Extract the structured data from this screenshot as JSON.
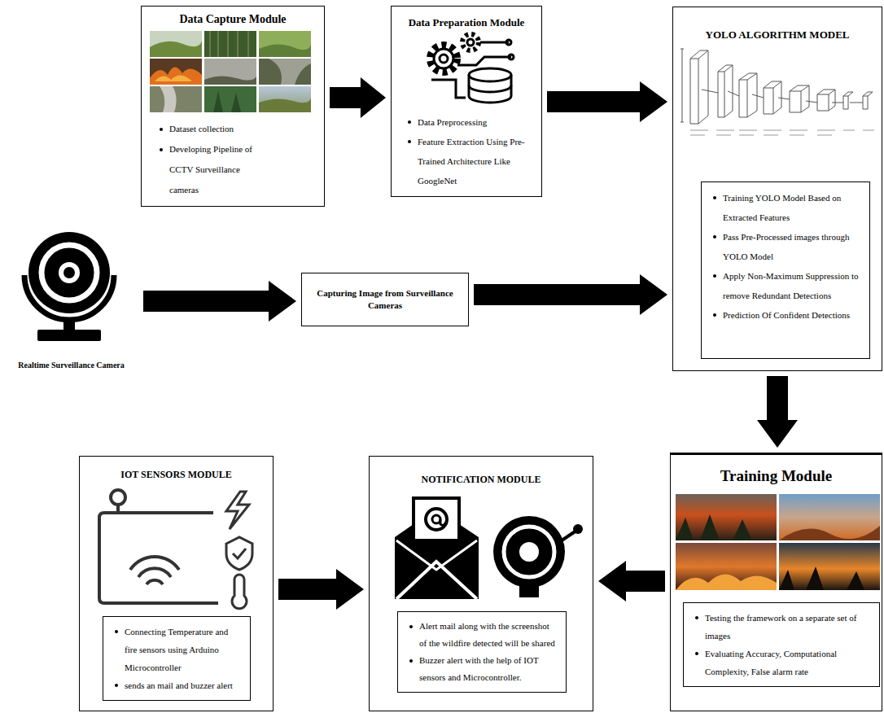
{
  "diagram": {
    "nodes": [
      {
        "text": [
          "Data Capture Module",
          "Dataset collection",
          "Developing Pipeline of CCTV Surveillance cameras"
        ]
      },
      {
        "text": [
          "Data Preparation Module",
          "Data Preprocessing",
          "Feature Extraction Using Pre-Trained Architecture Like GoogleNet"
        ]
      },
      {
        "text": [
          "YOLO ALGORITHM MODEL"
        ]
      },
      {
        "text": [
          "Training YOLO Model Based on Extracted Features",
          "Pass Pre-Processed images through YOLO Model",
          "Apply Non-Maximum Suppression to remove Redundant Detections",
          "Prediction Of Confident Detections"
        ],
        "in": 2
      },
      {
        "text": [
          "Realtime Surveillance Camera"
        ]
      },
      {
        "text": [
          "Capturing Image from Surveillance Cameras"
        ]
      },
      {
        "text": [
          "IOT SENSORS MODULE"
        ]
      },
      {
        "text": [
          "Connecting Temperature and fire sensors using Arduino Microcontroller",
          "sends an mail and buzzer alert"
        ],
        "in": 6
      },
      {
        "text": [
          "NOTIFICATION MODULE"
        ]
      },
      {
        "text": [
          "Alert mail along with the screenshot of the wildfire detected will be shared",
          "Buzzer alert with the help of IOT sensors and Microcontroller."
        ],
        "in": 8
      },
      {
        "text": [
          "Training Module"
        ]
      },
      {
        "text": [
          "Testing the framework on a separate set of images",
          "Evaluating Accuracy, Computational Complexity, False alarm rate"
        ],
        "in": 10
      }
    ],
    "edges": [
      {
        "from": 0,
        "to": 1,
        "arrow": "to"
      },
      {
        "from": 1,
        "to": 2,
        "arrow": "to"
      },
      {
        "from": 4,
        "to": 5,
        "arrow": "to"
      },
      {
        "from": 5,
        "to": 2,
        "arrow": "to"
      },
      {
        "from": 2,
        "to": 10,
        "arrow": "to"
      },
      {
        "from": 10,
        "to": 8,
        "arrow": "to"
      },
      {
        "from": 6,
        "to": 8,
        "arrow": "to"
      }
    ]
  }
}
